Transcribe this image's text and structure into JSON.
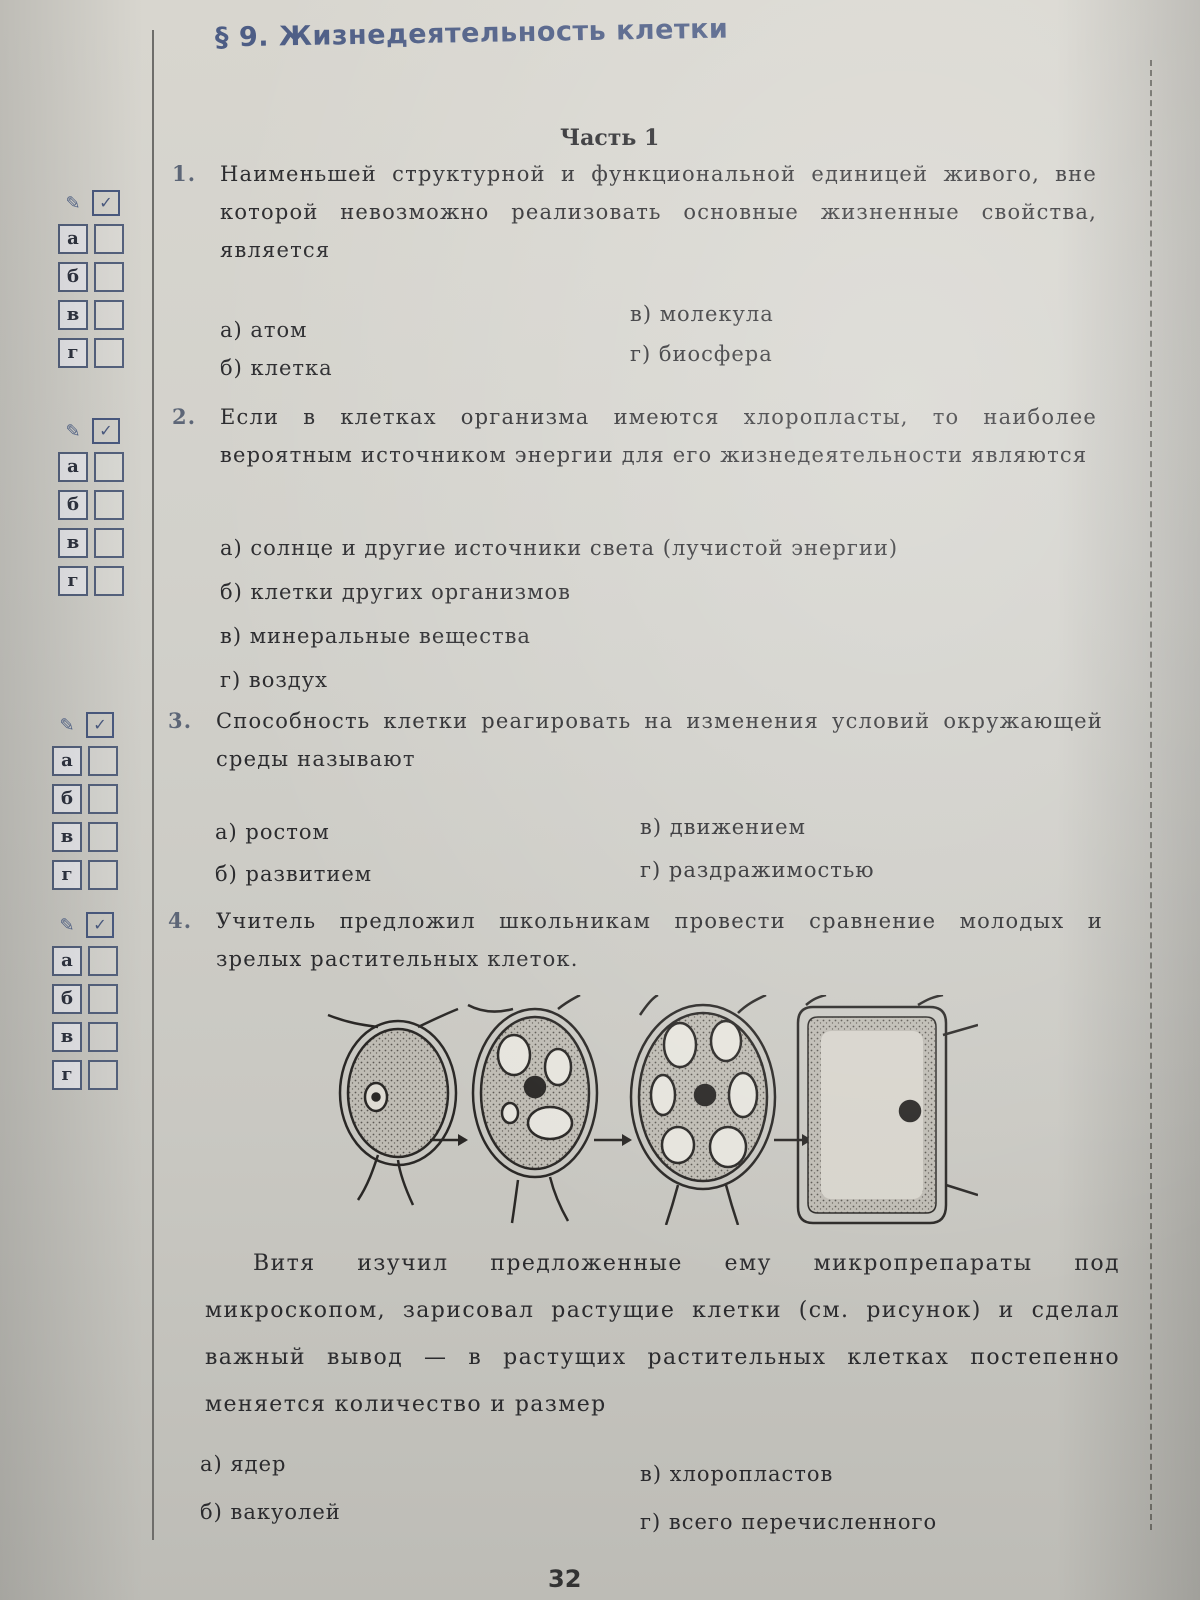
{
  "header": "§ 9. Жизнедеятельность клетки",
  "part_title": "Часть 1",
  "answer_labels": [
    "а",
    "б",
    "в",
    "г"
  ],
  "questions": [
    {
      "number": "1.",
      "text": "Наименьшей структурной и функциональной единицей живого, вне которой невозможно реализовать основные жизненные свойства, является",
      "options": {
        "a": "а) атом",
        "b": "б) клетка",
        "v": "в) молекула",
        "g": "г) биосфера"
      }
    },
    {
      "number": "2.",
      "text": "Если в клетках организма имеются хлоропласты, то наиболее вероятным источником энергии для его жизнедеятельности являются",
      "options": {
        "a": "а) солнце и другие источники света (лучистой энергии)",
        "b": "б) клетки других организмов",
        "v": "в) минеральные вещества",
        "g": "г) воздух"
      }
    },
    {
      "number": "3.",
      "text": "Способность клетки реагировать на изменения условий окружающей среды называют",
      "options": {
        "a": "а) ростом",
        "b": "б) развитием",
        "v": "в) движением",
        "g": "г) раздражимостью"
      }
    },
    {
      "number": "4.",
      "text": "Учитель предложил школьникам провести сравнение молодых и зрелых растительных клеток.",
      "paragraph": "Витя изучил предложенные ему микропрепараты под микроскопом, зарисовал растущие клетки (см. рисунок) и сделал важный вывод — в растущих растительных клетках постепенно меняется количество и размер",
      "options": {
        "a": "а) ядер",
        "b": "б) вакуолей",
        "v": "в) хлоропластов",
        "g": "г) всего перечисленного"
      }
    }
  ],
  "page_number": "32"
}
